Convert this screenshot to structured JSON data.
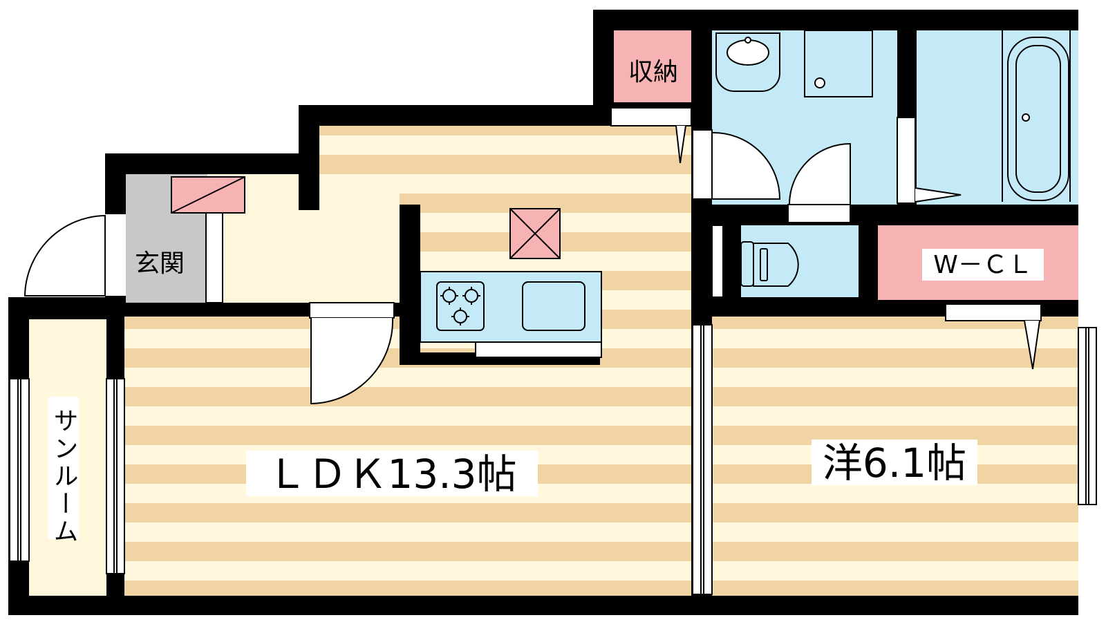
{
  "rooms": {
    "ldk": {
      "label": "ＬＤＫ13.3帖"
    },
    "western": {
      "label": "洋6.1帖"
    },
    "sunroom": {
      "label": "サンルーム"
    },
    "entrance": {
      "label": "玄関"
    },
    "storage": {
      "label": "収納"
    },
    "wcl": {
      "label": "W－ＣＬ"
    }
  },
  "colors": {
    "wall": "#000000",
    "floor_stripe": "#f1d4a4",
    "floor_light": "#fff8dd",
    "entrance_tile": "#c8c8c8",
    "storage": "#f7b2b4",
    "water": "#c4e9f7"
  }
}
